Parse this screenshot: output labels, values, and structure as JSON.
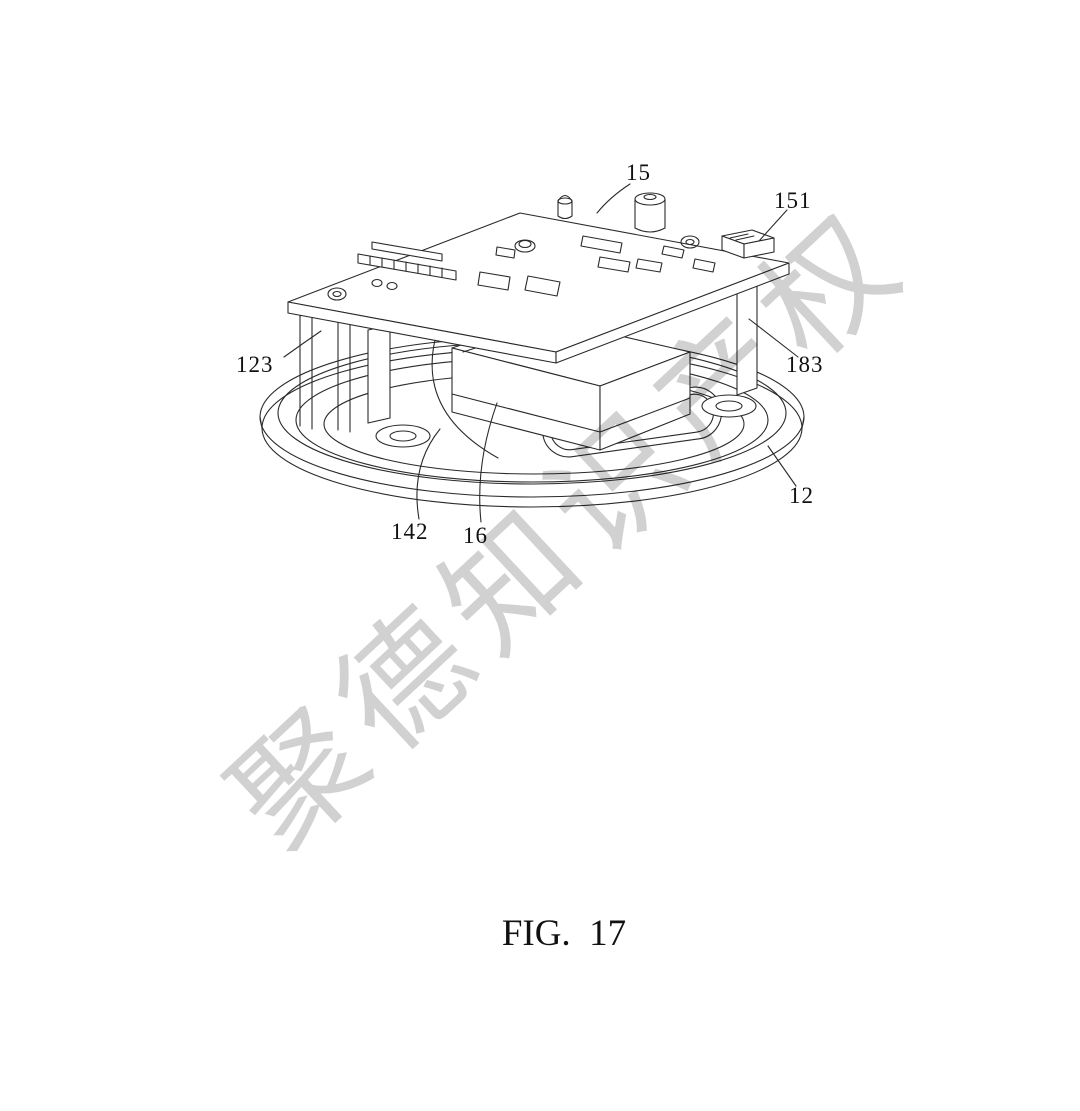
{
  "figure": {
    "caption": "FIG.  17",
    "labels": [
      {
        "id": "15",
        "text": "15"
      },
      {
        "id": "151",
        "text": "151"
      },
      {
        "id": "123",
        "text": "123"
      },
      {
        "id": "183",
        "text": "183"
      },
      {
        "id": "12",
        "text": "12"
      },
      {
        "id": "142",
        "text": "142"
      },
      {
        "id": "16",
        "text": "16"
      }
    ]
  },
  "watermark": {
    "text": "聚德知识产权"
  },
  "colors": {
    "line": "#2a2a2a",
    "ink": "#111111",
    "watermark": "#ababab",
    "background": "#ffffff"
  }
}
